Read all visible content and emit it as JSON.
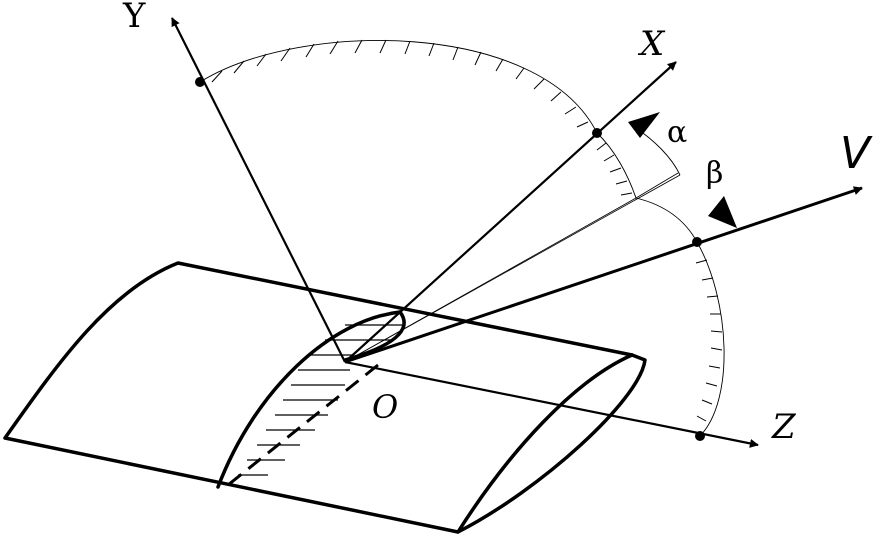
{
  "labels": {
    "y_axis": "Y",
    "x_axis": "X",
    "z_axis": "Z",
    "velocity": "V",
    "origin": "O",
    "alpha": "α",
    "beta": "β"
  },
  "colors": {
    "ink": "#000000",
    "background": "#ffffff"
  }
}
